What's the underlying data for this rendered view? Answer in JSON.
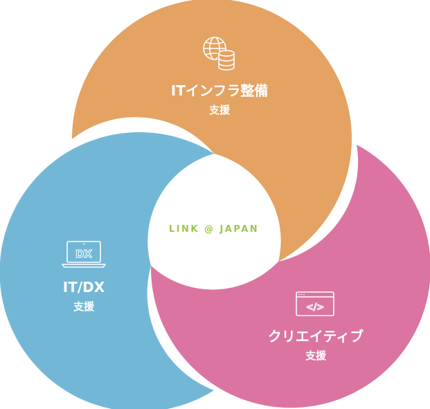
{
  "colors": {
    "infra": "#e4a263",
    "dx": "#73b7d6",
    "creative": "#db74a1",
    "center_text": "#9bc94a",
    "label": "#ffffff",
    "background": "#ffffff"
  },
  "center": {
    "text": "LINK @ JAPAN"
  },
  "segments": [
    {
      "id": "infra",
      "title": "ITインフラ整備",
      "subtitle": "支援",
      "icon": "globe-database-icon"
    },
    {
      "id": "dx",
      "title": "IT/DX",
      "subtitle": "支援",
      "icon": "laptop-dx-icon",
      "icon_text": "DX"
    },
    {
      "id": "creative",
      "title": "クリエイティブ",
      "subtitle": "支援",
      "icon": "code-window-icon",
      "icon_text": "</>"
    }
  ]
}
